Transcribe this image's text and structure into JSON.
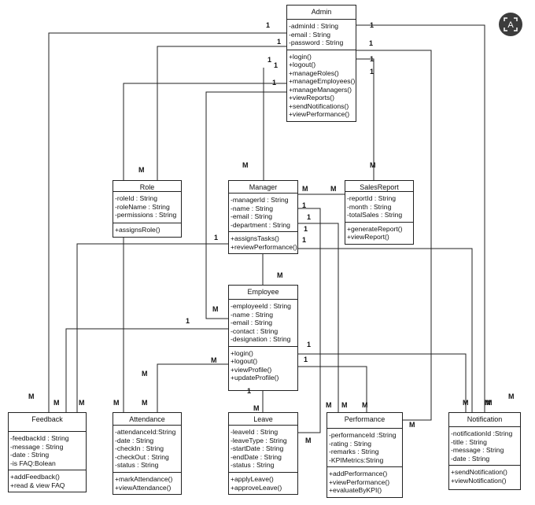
{
  "classes": [
    {
      "id": "admin",
      "name": "Admin",
      "attributes": [
        "-adminId : String",
        "-email : String",
        "-password : String"
      ],
      "methods": [
        "+login()",
        "+logout()",
        "+manageRoles()",
        "+manageEmployees()",
        "+manageManagers()",
        "+viewReports()",
        "+sendNotifications()",
        "+viewPerformance()"
      ]
    },
    {
      "id": "role",
      "name": "Role",
      "attributes": [
        "-roleId : String",
        "-roleName : String",
        "-permissions : String"
      ],
      "methods": [
        "+assignsRole()"
      ]
    },
    {
      "id": "manager",
      "name": "Manager",
      "attributes": [
        "-managerId : String",
        "-name : String",
        "-email : String",
        "-department : String"
      ],
      "methods": [
        "+assignsTasks()",
        "+reviewPerformance()"
      ]
    },
    {
      "id": "salesreport",
      "name": "SalesReport",
      "attributes": [
        "-reportId : String",
        "-month : String",
        "-totalSales : String"
      ],
      "methods": [
        "+generateReport()",
        "+viewReport()"
      ]
    },
    {
      "id": "employee",
      "name": "Employee",
      "attributes": [
        "-employeeId : String",
        "-name : String",
        "-email : String",
        "-contact : String",
        "-designation : String"
      ],
      "methods": [
        "+login()",
        "+logout()",
        "+viewProfile()",
        "+updateProfile()"
      ]
    },
    {
      "id": "feedback",
      "name": "Feedback",
      "attributes": [
        "-feedbackId : String",
        "-message : String",
        "-date : String",
        "-is FAQ:Bolean"
      ],
      "methods": [
        "+addFeedback()",
        "+read & view FAQ"
      ]
    },
    {
      "id": "attendance",
      "name": "Attendance",
      "attributes": [
        "-attendanceId:String",
        "-date : String",
        "-checkIn : String",
        "-checkOut : String",
        "-status : String"
      ],
      "methods": [
        "+markAttendance()",
        "+viewAttendance()"
      ]
    },
    {
      "id": "leave",
      "name": "Leave",
      "attributes": [
        "-leaveId : String",
        "-leaveType : String",
        "-startDate : String",
        "-endDate : String",
        "-status : String"
      ],
      "methods": [
        "+applyLeave()",
        "+approveLeave()"
      ]
    },
    {
      "id": "performance",
      "name": "Performance",
      "attributes": [
        "-performanceId :String",
        "-rating : String",
        "-remarks : String",
        "-KPIMetrics:String"
      ],
      "methods": [
        "+addPerformance()",
        "+viewPerformance()",
        "+evaluateByKPI()"
      ]
    },
    {
      "id": "notification",
      "name": "Notification",
      "attributes": [
        "-notificationId :String",
        "-title : String",
        "-message : String",
        "-date : String"
      ],
      "methods": [
        "+sendNotification()",
        "+viewNotification()"
      ]
    }
  ],
  "multiplicities": [
    "1",
    "1",
    "1",
    "1",
    "1",
    "1",
    "1",
    "1",
    "1",
    "M",
    "M",
    "M",
    "M",
    "M",
    "1",
    "1",
    "1",
    "1",
    "1",
    "M",
    "M",
    "1",
    "1",
    "1",
    "M",
    "M",
    "M",
    "M",
    "M",
    "M",
    "M",
    "M",
    "M",
    "M",
    "M",
    "M",
    "1",
    "M",
    "M",
    "M",
    "M",
    "M"
  ],
  "icons": {
    "lens": "text-lens-icon"
  },
  "colors": {
    "line": "#222222",
    "background": "#ffffff",
    "lens": "#3c3c3c"
  }
}
